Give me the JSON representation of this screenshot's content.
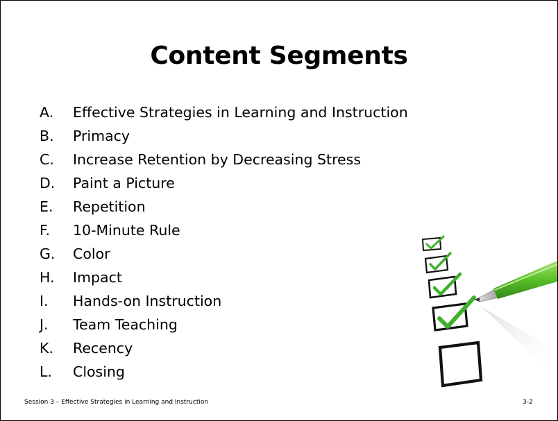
{
  "slide": {
    "title": "Content Segments",
    "items": [
      {
        "letter": "A.",
        "text": "Effective Strategies in Learning and Instruction"
      },
      {
        "letter": "B.",
        "text": "Primacy"
      },
      {
        "letter": "C.",
        "text": "Increase Retention by Decreasing Stress"
      },
      {
        "letter": "D.",
        "text": "Paint a Picture"
      },
      {
        "letter": "E.",
        "text": "Repetition"
      },
      {
        "letter": "F.",
        "text": "10-Minute Rule"
      },
      {
        "letter": "G.",
        "text": "Color"
      },
      {
        "letter": "H.",
        "text": "Impact"
      },
      {
        "letter": "I.",
        "text": "Hands-on Instruction"
      },
      {
        "letter": "J.",
        "text": "Team Teaching"
      },
      {
        "letter": "K.",
        "text": "Recency"
      },
      {
        "letter": "L.",
        "text": "Closing"
      }
    ],
    "illustration": {
      "name": "checklist-pen-illustration",
      "checkmark_color": "#3fb02c",
      "pen_color": "#5fc22e"
    },
    "footer": {
      "session_text": "Session 3 – Effective Strategies in Learning and Instruction",
      "slide_number": "3-2"
    }
  }
}
